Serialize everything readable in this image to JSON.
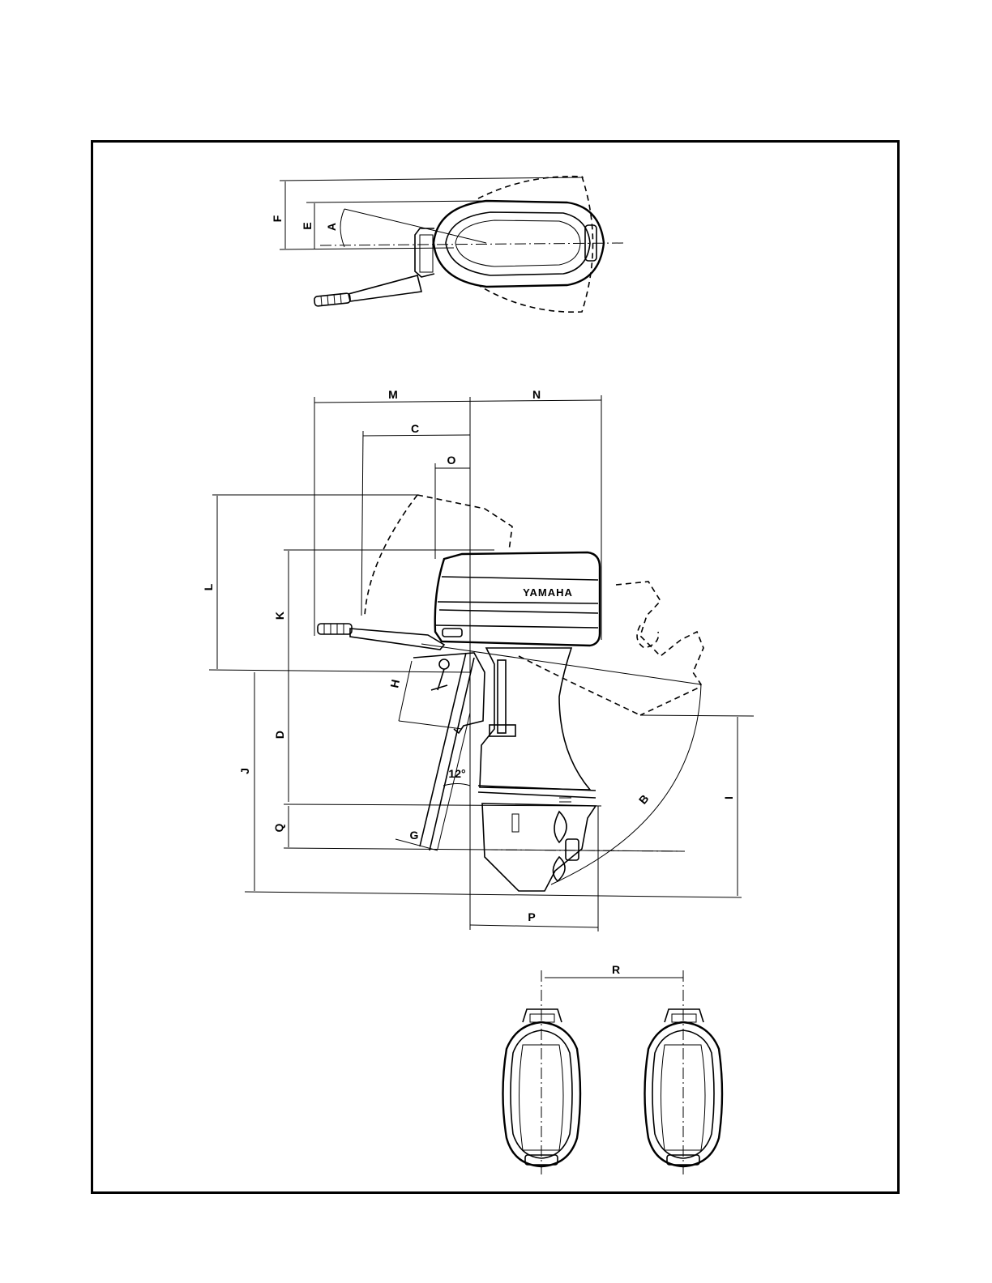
{
  "diagram": {
    "brand_text": "YAMAHA",
    "angle_label": "12°",
    "dimension_labels": {
      "A": "A",
      "B": "B",
      "C": "C",
      "D": "D",
      "E": "E",
      "F": "F",
      "G": "G",
      "H": "H",
      "I": "I",
      "J": "J",
      "K": "K",
      "L": "L",
      "M": "M",
      "N": "N",
      "O": "O",
      "P": "P",
      "Q": "Q",
      "R": "R"
    }
  }
}
